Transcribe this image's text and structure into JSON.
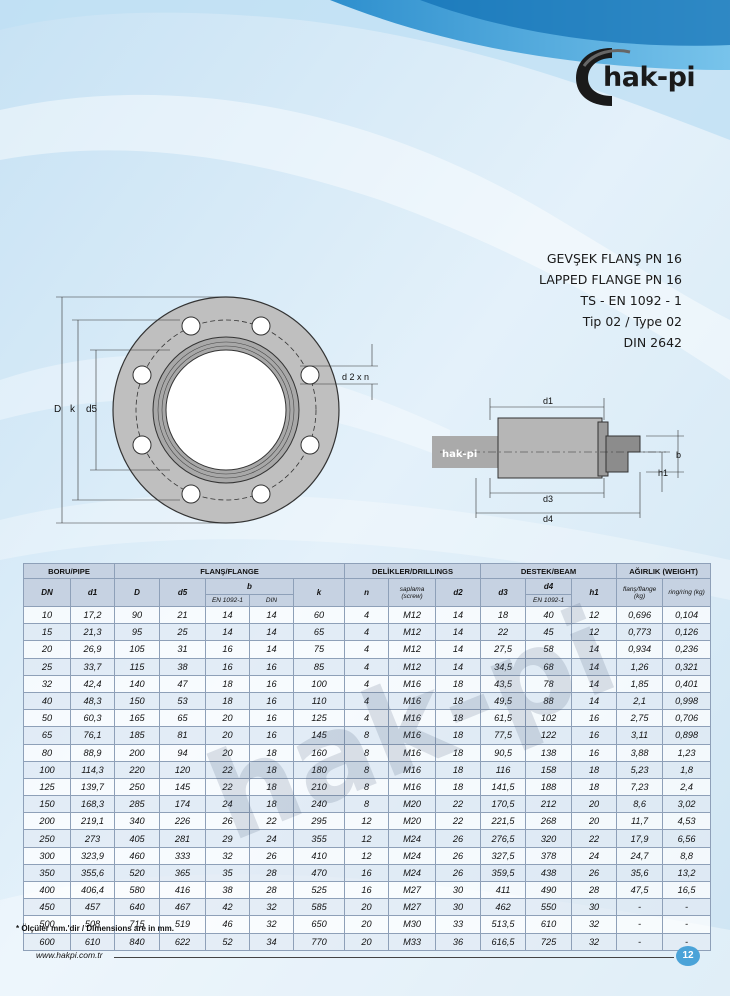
{
  "brand": {
    "name": "hak-pi",
    "drawing_brand": "hak-pi",
    "watermark": "hak-pi"
  },
  "titles": [
    "GEVŞEK FLANŞ PN 16",
    "LAPPED FLANGE PN 16",
    "TS - EN 1092 - 1",
    "Tip 02 / Type 02",
    "DIN 2642"
  ],
  "labels": {
    "D": "D",
    "k": "k",
    "d5": "d5",
    "d2xn": "d 2 x n",
    "d1": "d1",
    "d3": "d3",
    "d4": "d4",
    "b": "b",
    "h1": "h1"
  },
  "table": {
    "groups": {
      "pipe": "BORU/PIPE",
      "flange": "FLANŞ/FLANGE",
      "drillings": "DELİKLER/DRILLINGS",
      "beam": "DESTEK/BEAM",
      "weight": "AĞIRLIK (WEIGHT)"
    },
    "cols": {
      "dn": "DN",
      "d1": "d1",
      "D": "D",
      "d5": "d5",
      "b": "b",
      "en": "EN 1092-1",
      "din": "DIN",
      "k": "k",
      "n": "n",
      "screw": "saplama (screw)",
      "d2": "d2",
      "d3": "d3",
      "d4": "d4",
      "d4en": "EN 1092-1",
      "h1": "h1",
      "flange_kg": "flanş/flange (kg)",
      "ring_kg": "ring/ring (kg)"
    },
    "rows": [
      [
        "10",
        "17,2",
        "90",
        "21",
        "14",
        "14",
        "60",
        "4",
        "M12",
        "14",
        "18",
        "40",
        "12",
        "0,696",
        "0,104"
      ],
      [
        "15",
        "21,3",
        "95",
        "25",
        "14",
        "14",
        "65",
        "4",
        "M12",
        "14",
        "22",
        "45",
        "12",
        "0,773",
        "0,126"
      ],
      [
        "20",
        "26,9",
        "105",
        "31",
        "16",
        "14",
        "75",
        "4",
        "M12",
        "14",
        "27,5",
        "58",
        "14",
        "0,934",
        "0,236"
      ],
      [
        "25",
        "33,7",
        "115",
        "38",
        "16",
        "16",
        "85",
        "4",
        "M12",
        "14",
        "34,5",
        "68",
        "14",
        "1,26",
        "0,321"
      ],
      [
        "32",
        "42,4",
        "140",
        "47",
        "18",
        "16",
        "100",
        "4",
        "M16",
        "18",
        "43,5",
        "78",
        "14",
        "1,85",
        "0,401"
      ],
      [
        "40",
        "48,3",
        "150",
        "53",
        "18",
        "16",
        "110",
        "4",
        "M16",
        "18",
        "49,5",
        "88",
        "14",
        "2,1",
        "0,998"
      ],
      [
        "50",
        "60,3",
        "165",
        "65",
        "20",
        "16",
        "125",
        "4",
        "M16",
        "18",
        "61,5",
        "102",
        "16",
        "2,75",
        "0,706"
      ],
      [
        "65",
        "76,1",
        "185",
        "81",
        "20",
        "16",
        "145",
        "8",
        "M16",
        "18",
        "77,5",
        "122",
        "16",
        "3,11",
        "0,898"
      ],
      [
        "80",
        "88,9",
        "200",
        "94",
        "20",
        "18",
        "160",
        "8",
        "M16",
        "18",
        "90,5",
        "138",
        "16",
        "3,88",
        "1,23"
      ],
      [
        "100",
        "114,3",
        "220",
        "120",
        "22",
        "18",
        "180",
        "8",
        "M16",
        "18",
        "116",
        "158",
        "18",
        "5,23",
        "1,8"
      ],
      [
        "125",
        "139,7",
        "250",
        "145",
        "22",
        "18",
        "210",
        "8",
        "M16",
        "18",
        "141,5",
        "188",
        "18",
        "7,23",
        "2,4"
      ],
      [
        "150",
        "168,3",
        "285",
        "174",
        "24",
        "18",
        "240",
        "8",
        "M20",
        "22",
        "170,5",
        "212",
        "20",
        "8,6",
        "3,02"
      ],
      [
        "200",
        "219,1",
        "340",
        "226",
        "26",
        "22",
        "295",
        "12",
        "M20",
        "22",
        "221,5",
        "268",
        "20",
        "11,7",
        "4,53"
      ],
      [
        "250",
        "273",
        "405",
        "281",
        "29",
        "24",
        "355",
        "12",
        "M24",
        "26",
        "276,5",
        "320",
        "22",
        "17,9",
        "6,56"
      ],
      [
        "300",
        "323,9",
        "460",
        "333",
        "32",
        "26",
        "410",
        "12",
        "M24",
        "26",
        "327,5",
        "378",
        "24",
        "24,7",
        "8,8"
      ],
      [
        "350",
        "355,6",
        "520",
        "365",
        "35",
        "28",
        "470",
        "16",
        "M24",
        "26",
        "359,5",
        "438",
        "26",
        "35,6",
        "13,2"
      ],
      [
        "400",
        "406,4",
        "580",
        "416",
        "38",
        "28",
        "525",
        "16",
        "M27",
        "30",
        "411",
        "490",
        "28",
        "47,5",
        "16,5"
      ],
      [
        "450",
        "457",
        "640",
        "467",
        "42",
        "32",
        "585",
        "20",
        "M27",
        "30",
        "462",
        "550",
        "30",
        "-",
        "-"
      ],
      [
        "500",
        "508",
        "715",
        "519",
        "46",
        "32",
        "650",
        "20",
        "M30",
        "33",
        "513,5",
        "610",
        "32",
        "-",
        "-"
      ],
      [
        "600",
        "610",
        "840",
        "622",
        "52",
        "34",
        "770",
        "20",
        "M33",
        "36",
        "616,5",
        "725",
        "32",
        "-",
        "-"
      ]
    ]
  },
  "note": "* Ölçüler mm.'dir / Dimensions are in mm.",
  "footer": {
    "url": "www.hakpi.com.tr",
    "page": "12"
  }
}
